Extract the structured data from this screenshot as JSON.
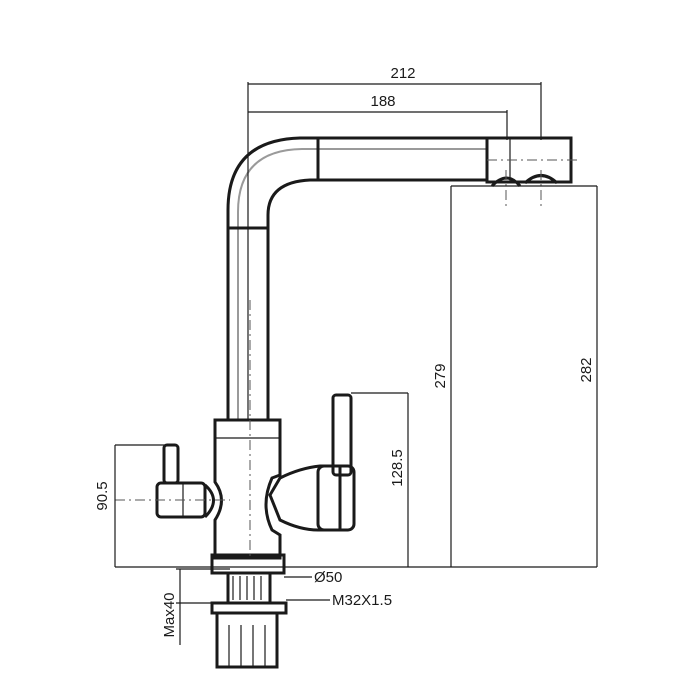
{
  "dimensions": {
    "total_reach": "212",
    "spout_reach": "188",
    "spout_height": "279",
    "overall_height": "282",
    "side_lever_height": "90.5",
    "main_lever_height": "128.5",
    "base_diameter": "Ø50",
    "thread": "M32X1.5",
    "max_mount": "Max40"
  },
  "colors": {
    "line": "#1a1a1a",
    "highlight": "#9a9a9a"
  }
}
